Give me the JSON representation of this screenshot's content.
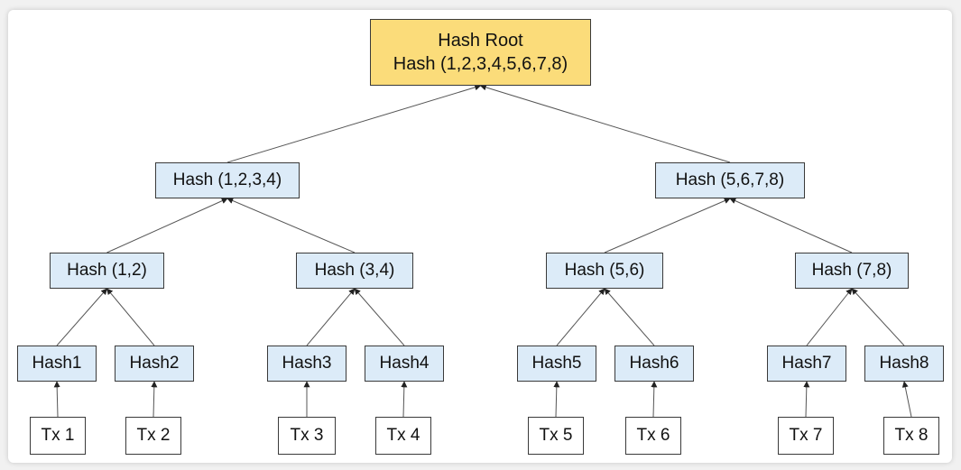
{
  "colors": {
    "root_fill": "#fbdc7a",
    "hash_fill": "#dcebf8",
    "tx_fill": "#ffffff",
    "border": "#3a3a3a",
    "edge": "#555555"
  },
  "tree": {
    "root": {
      "line1": "Hash Root",
      "line2": "Hash (1,2,3,4,5,6,7,8)"
    },
    "level1": [
      "Hash (1,2,3,4)",
      "Hash (5,6,7,8)"
    ],
    "level2": [
      "Hash (1,2)",
      "Hash (3,4)",
      "Hash (5,6)",
      "Hash (7,8)"
    ],
    "leaves": [
      "Hash1",
      "Hash2",
      "Hash3",
      "Hash4",
      "Hash5",
      "Hash6",
      "Hash7",
      "Hash8"
    ],
    "transactions": [
      "Tx 1",
      "Tx 2",
      "Tx 3",
      "Tx 4",
      "Tx 5",
      "Tx 6",
      "Tx 7",
      "Tx 8"
    ]
  }
}
